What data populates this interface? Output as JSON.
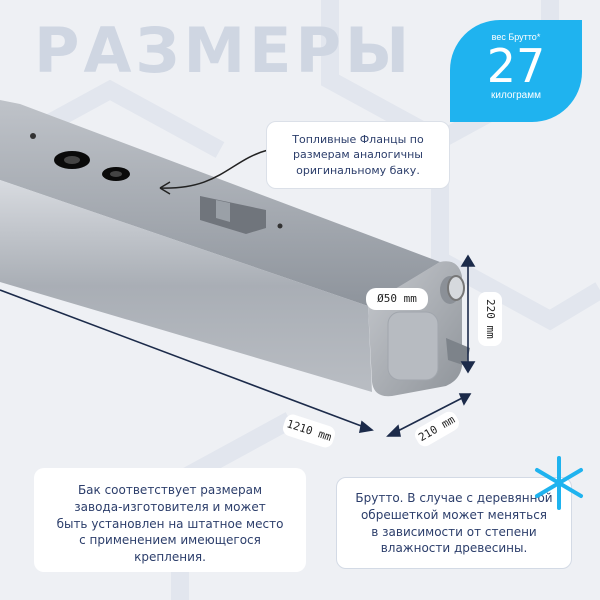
{
  "title": "РАЗМЕРЫ",
  "weight": {
    "top_label": "вес Брутто*",
    "value": "27",
    "unit": "килограмм"
  },
  "callouts": {
    "flanges": [
      "Топливные Фланцы по",
      "размерам аналогичны",
      "оригинальному баку."
    ],
    "factory": [
      "Бак соответствует размерам",
      "завода-изготовителя и может",
      "быть установлен на штатное место",
      "с применением имеющегося",
      "крепления."
    ],
    "gross": [
      "Брутто. В случае с деревянной",
      "обрешеткой может меняться",
      "в зависимости от степени",
      "влажности древесины."
    ]
  },
  "dimensions": {
    "diameter": "Ø50 mm",
    "height": "220 mm",
    "length": "1210 mm",
    "width": "210 mm"
  },
  "colors": {
    "accent": "#1fb3ef",
    "background": "#eef0f4",
    "title": "#cfd6e2",
    "text": "#2c3e6b"
  }
}
